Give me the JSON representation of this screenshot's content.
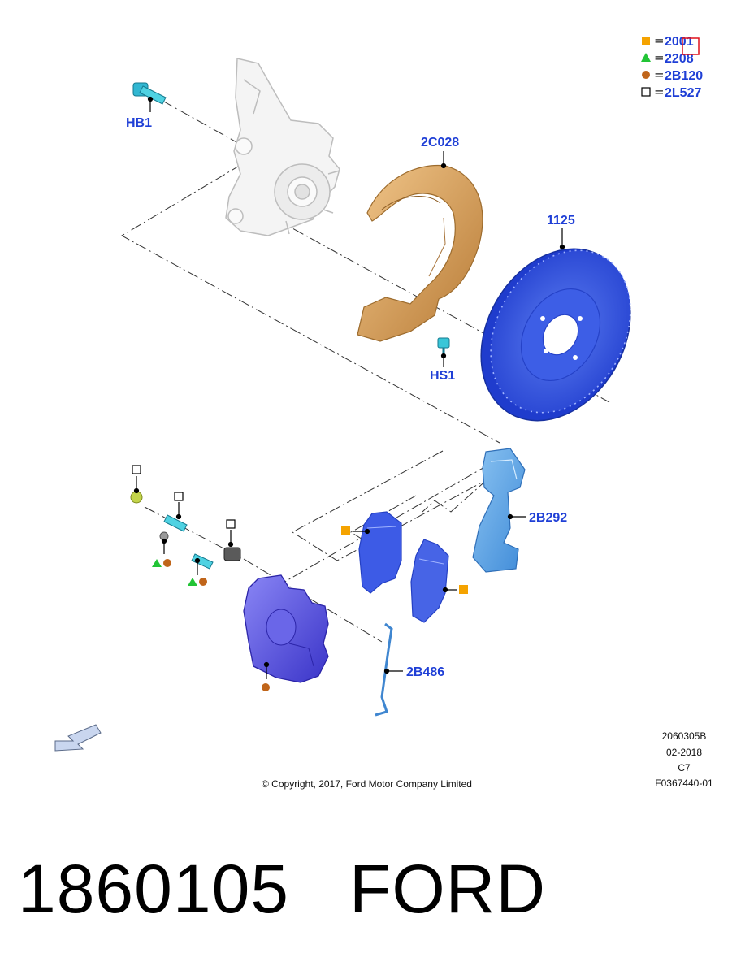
{
  "legend": {
    "items": [
      {
        "symbol": "square",
        "color": "#f5a300",
        "code": "2001"
      },
      {
        "symbol": "triangle",
        "color": "#22c436",
        "code": "2208"
      },
      {
        "symbol": "circle",
        "color": "#c0651a",
        "code": "2B120"
      },
      {
        "symbol": "square-outline",
        "color": "#000000",
        "code": "2L527"
      }
    ],
    "equals": "="
  },
  "callouts": {
    "hb1": "HB1",
    "shield": "2C028",
    "rotor": "1125",
    "hs1": "HS1",
    "bracket": "2B292",
    "clip": "2B486"
  },
  "meta": {
    "line1": "2060305B",
    "line2": "02-2018",
    "line3": "C7",
    "line4": "F0367440-01"
  },
  "copyright": "© Copyright, 2017, Ford Motor Company Limited",
  "footer": {
    "part_number": "1860105",
    "brand": "FORD"
  },
  "colors": {
    "label": "#1f3fd6",
    "rotor": "#2d4fe0",
    "caliper": "#5550e0",
    "shield": "#d9a25e",
    "bracket": "#5aa4e6",
    "bolt": "#39c6d8"
  }
}
